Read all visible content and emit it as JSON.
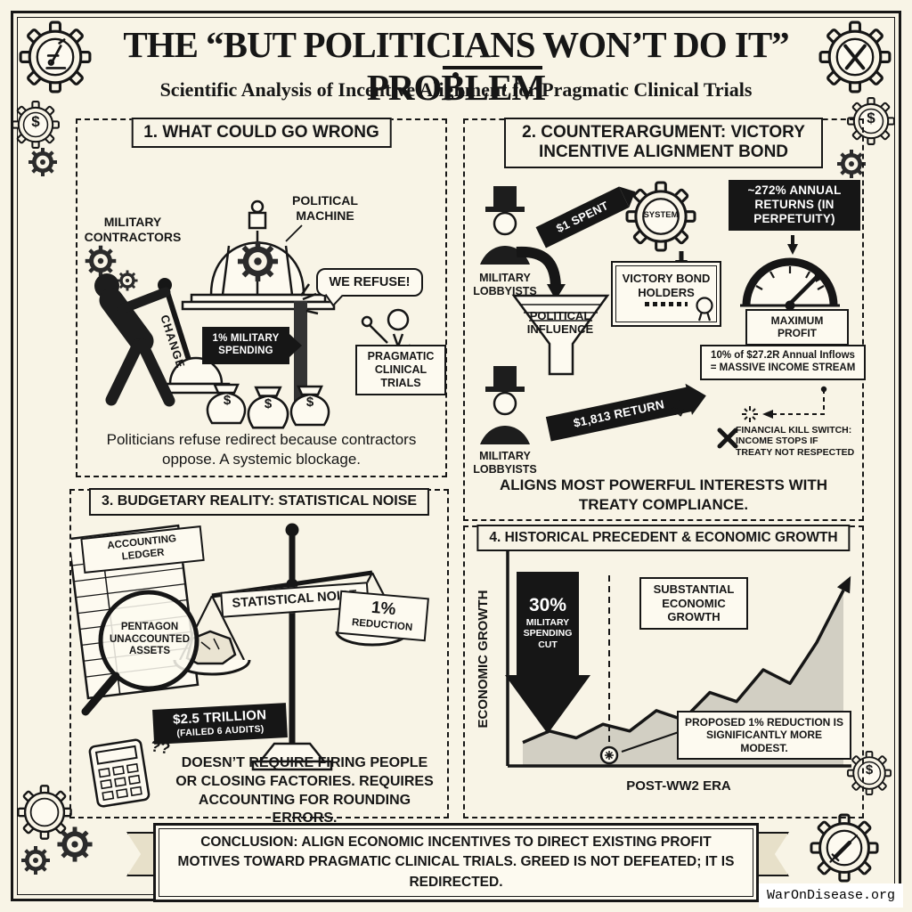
{
  "page": {
    "title": "THE “BUT POLITICIANS WON’T DO IT” PROBLEM",
    "subtitle": "Scientific Analysis of Incentive Alignment for Pragmatic Clinical Trials",
    "conclusion": "CONCLUSION: ALIGN ECONOMIC INCENTIVES TO DIRECT EXISTING PROFIT MOTIVES TOWARD PRAGMATIC CLINICAL TRIALS. GREED IS NOT DEFEATED; IT IS REDIRECTED.",
    "watermark": "WarOnDisease.org"
  },
  "icons": {
    "dollar": "$",
    "skull": "☠",
    "question_marks": "??"
  },
  "panel1": {
    "title": "1. WHAT COULD GO WRONG",
    "labels": {
      "military_contractors": "MILITARY CONTRACTORS",
      "political_machine": "POLITICAL MACHINE",
      "change": "CHANGE",
      "spending_cut": "1% MILITARY SPENDING",
      "refusal": "WE REFUSE!",
      "pragmatic_trials": "PRAGMATIC CLINICAL TRIALS"
    },
    "caption": "Politicians refuse redirect because contractors oppose. A systemic blockage."
  },
  "panel2": {
    "title": "2. COUNTERARGUMENT: VICTORY INCENTIVE ALIGNMENT BOND",
    "labels": {
      "lobbyists_top": "MILITARY LOBBYISTS",
      "dollar_spent": "$1 SPENT",
      "system": "SYSTEM",
      "annual_returns": "~272% ANNUAL RETURNS (IN PERPETUITY)",
      "bond_holders": "VICTORY BOND HOLDERS",
      "maximum_profit": "MAXIMUM PROFIT",
      "political_influence": "POLITICAL INFLUENCE",
      "income_stream": "10% of $27.2R Annual Inflows = MASSIVE INCOME STREAM",
      "return_amount": "$1,813 RETURN",
      "kill_switch": "FINANCIAL KILL SWITCH: INCOME STOPS IF TREATY NOT RESPECTED",
      "lobbyists_bottom": "MILITARY LOBBYISTS"
    },
    "caption": "ALIGNS MOST POWERFUL INTERESTS WITH TREATY COMPLIANCE."
  },
  "panel3": {
    "title": "3. BUDGETARY REALITY: STATISTICAL NOISE",
    "labels": {
      "ledger": "ACCOUNTING LEDGER",
      "pentagon_assets": "PENTAGON UNACCOUNTED ASSETS",
      "statistical_noise": "STATISTICAL NOISE",
      "one_percent": "1%",
      "reduction": "REDUCTION",
      "trillion": "$2.5 TRILLION",
      "audits": "(FAILED 6 AUDITS)"
    },
    "caption": "DOESN’T REQUIRE FIRING PEOPLE OR CLOSING FACTORIES. REQUIRES ACCOUNTING FOR ROUNDING ERRORS."
  },
  "panel4": {
    "title": "4. HISTORICAL PRECEDENT & ECONOMIC GROWTH",
    "labels": {
      "y_axis": "ECONOMIC GROWTH",
      "x_axis": "POST-WW2 ERA",
      "cut_value": "30%",
      "cut_text": "MILITARY SPENDING CUT",
      "growth_note": "SUBSTANTIAL ECONOMIC GROWTH",
      "modest_note": "PROPOSED 1% REDUCTION IS SIGNIFICANTLY MORE MODEST."
    }
  },
  "chart_data": {
    "type": "line",
    "title": "4. HISTORICAL PRECEDENT & ECONOMIC GROWTH",
    "xlabel": "POST-WW2 ERA",
    "ylabel": "ECONOMIC GROWTH",
    "x": [
      0,
      1,
      2,
      3,
      4,
      5,
      6,
      7,
      8,
      9,
      10,
      11,
      12
    ],
    "values": [
      8,
      13,
      10,
      16,
      13,
      22,
      18,
      30,
      26,
      40,
      34,
      52,
      75
    ],
    "ylim": [
      0,
      100
    ],
    "grid": false,
    "legend": "none",
    "annotations": [
      "30% MILITARY SPENDING CUT",
      "SUBSTANTIAL ECONOMIC GROWTH",
      "PROPOSED 1% REDUCTION IS SIGNIFICANTLY MORE MODEST."
    ]
  }
}
